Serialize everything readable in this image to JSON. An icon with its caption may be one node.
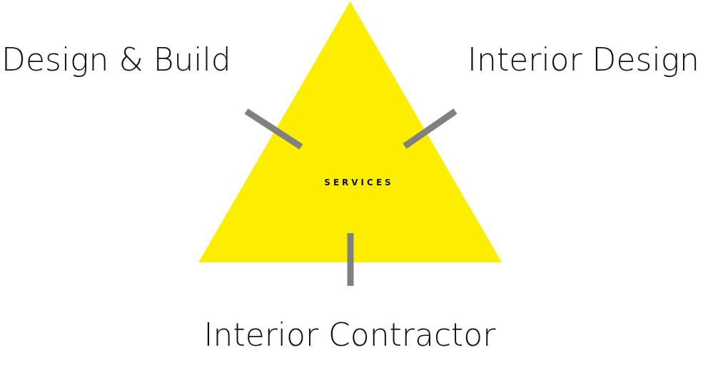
{
  "diagram": {
    "nodes": [
      {
        "text": [
          "SERVICES"
        ]
      }
    ],
    "labels": [
      "Design & Build",
      "Interior Design",
      "Interior Contractor"
    ]
  }
}
